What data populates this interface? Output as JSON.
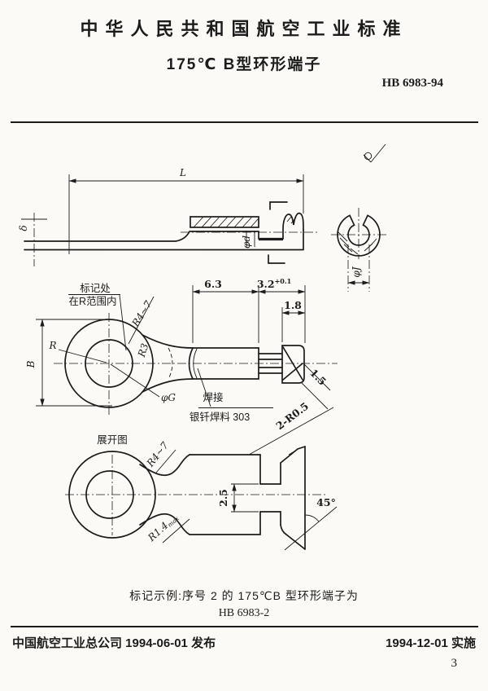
{
  "page": {
    "background": "#fbfaf6",
    "ink": "#1c1c1c"
  },
  "header": {
    "standard_name": "中华人民共和国航空工业标准",
    "title": "175℃ B型环形端子",
    "code": "HB 6983-94"
  },
  "icons": {
    "surface_finish": "surface-roughness-check-with-circle"
  },
  "views": {
    "side": {
      "dim_L": "L",
      "dim_delta": "δ",
      "dim_phi_d": "φd",
      "section_dim_phi_J": "φJ"
    },
    "plan": {
      "mark_note_line1": "标记处",
      "mark_note_line2": "在R范围内",
      "dim_B": "B",
      "dim_R": "R",
      "dim_R4_7": "R4~7",
      "dim_R3": "R3",
      "dim_phi_G": "φG",
      "dim_6_3": "6.3",
      "dim_3_2": "3.2",
      "dim_3_2_tol": "+0.1",
      "dim_1_8": "1.8",
      "weld_note_line1": "焊接",
      "weld_note_line2": "银钎焊料 303",
      "dim_1_5": "1.5",
      "dim_2_R0_5": "2-R0.5"
    },
    "developed": {
      "title": "展开图",
      "dim_R4_7": "R4~7",
      "dim_R1_4": "R1.4",
      "dim_R1_4_sub": "max",
      "dim_2_5": "2.5",
      "dim_45": "45°"
    }
  },
  "example": {
    "line1": "标记示例:序号 2 的 175℃B 型环形端子为",
    "line2": "HB 6983-2"
  },
  "footer": {
    "issue": "中国航空工业总公司 1994-06-01 发布",
    "implement": "1994-12-01 实施",
    "page_number": "3"
  }
}
